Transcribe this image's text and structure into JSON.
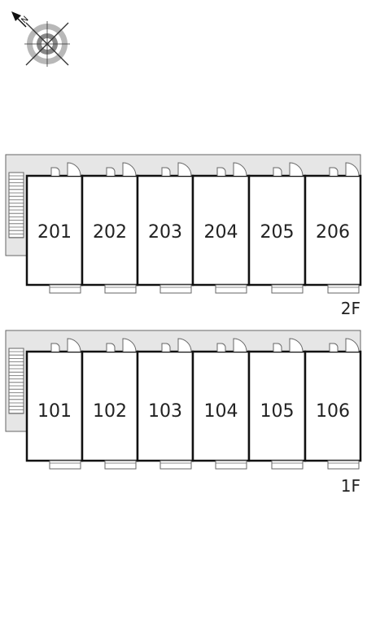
{
  "compass": {
    "icon": "compass-north-icon",
    "north_label": "N"
  },
  "floors": [
    {
      "id": "2f",
      "label": "2F",
      "rooms": [
        "201",
        "202",
        "203",
        "204",
        "205",
        "206"
      ]
    },
    {
      "id": "1f",
      "label": "1F",
      "rooms": [
        "101",
        "102",
        "103",
        "104",
        "105",
        "106"
      ]
    }
  ],
  "colors": {
    "corridor": "#e6e6e6",
    "wall": "#111111",
    "line": "#666666",
    "text": "#222222"
  }
}
